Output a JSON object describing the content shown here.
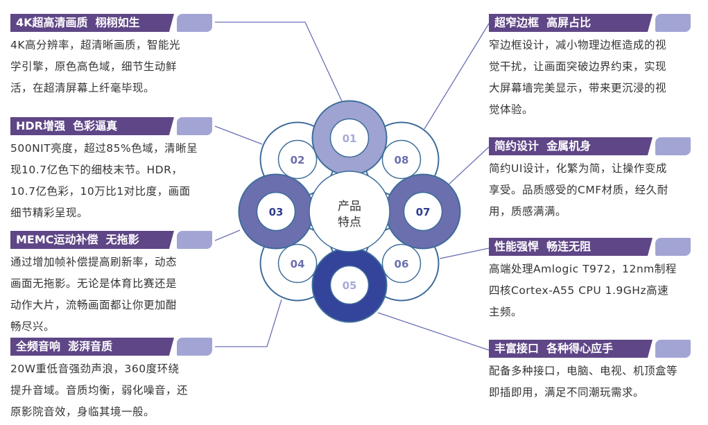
{
  "center_label": [
    "产品",
    "特点"
  ],
  "lobes": [
    {
      "num": "01",
      "color": "#9fa3d1",
      "text_color": "#a8aad6"
    },
    {
      "num": "02",
      "color": "#ffffff",
      "text_color": "#6b6fae"
    },
    {
      "num": "03",
      "color": "#6b6fae",
      "text_color": "#2e3f8f"
    },
    {
      "num": "04",
      "color": "#ffffff",
      "text_color": "#6b6fae"
    },
    {
      "num": "05",
      "color": "#34449a",
      "text_color": "#a8aad6"
    },
    {
      "num": "06",
      "color": "#ffffff",
      "text_color": "#6b6fae"
    },
    {
      "num": "07",
      "color": "#6b6fae",
      "text_color": "#2e3f8f"
    },
    {
      "num": "08",
      "color": "#ffffff",
      "text_color": "#6b6fae"
    }
  ],
  "features_left": [
    {
      "title": "4K超高清画质  栩栩如生",
      "lines": [
        "4K高分辨率，超清晰画质，智能光",
        "学引擎，原色高色域，细节生动鲜",
        "活，在超清屏幕上纤毫毕现。"
      ]
    },
    {
      "title": "HDR增强  色彩逼真",
      "lines": [
        "500NIT亮度，超过85%色域，清晰呈",
        "现10.7亿色下的细枝末节。HDR，",
        "10.7亿色彩，10万比1对比度，画面",
        "细节精彩呈现。"
      ]
    },
    {
      "title": "MEMC运动补偿  无拖影",
      "lines": [
        "通过增加帧补偿提高刷新率，动态",
        "画面无拖影。无论是体育比赛还是",
        "动作大片，流畅画面都让你更加酣",
        "畅尽兴。"
      ]
    },
    {
      "title": "全频音响  澎湃音质",
      "lines": [
        "20W重低音强劲声浪，360度环绕",
        "提升音域。音质均衡，弱化噪音，还",
        "原影院音效，身临其境一般。"
      ]
    }
  ],
  "features_right": [
    {
      "title": "超窄边框  高屏占比",
      "lines": [
        "窄边框设计，减小物理边框造成的视",
        "觉干扰，让画面突破边界约束，实现",
        "大屏幕墙完美显示，带来更沉浸的视",
        "觉体验。"
      ]
    },
    {
      "title": "简约设计  金属机身",
      "lines": [
        "简约UI设计，化繁为简，让操作变成",
        "享受。品质感受的CMF材质，经久耐",
        "用，质感满满。"
      ]
    },
    {
      "title": "性能强悍  畅连无阻",
      "lines": [
        "高端处理Amlogic  T972，12nm制程",
        "四核Cortex-A55  CPU  1.9GHz高速",
        "主频。"
      ]
    },
    {
      "title": "丰富接口  各种得心应手",
      "lines": [
        "配备多种接口，电脑、电视、机顶盒等",
        "即插即用，满足不同潮玩需求。"
      ]
    }
  ],
  "colors": {
    "header": "#5f4686",
    "tab": "#a2a5d4",
    "connector": "#6a6fb5",
    "outline": "#3d6c9a"
  }
}
